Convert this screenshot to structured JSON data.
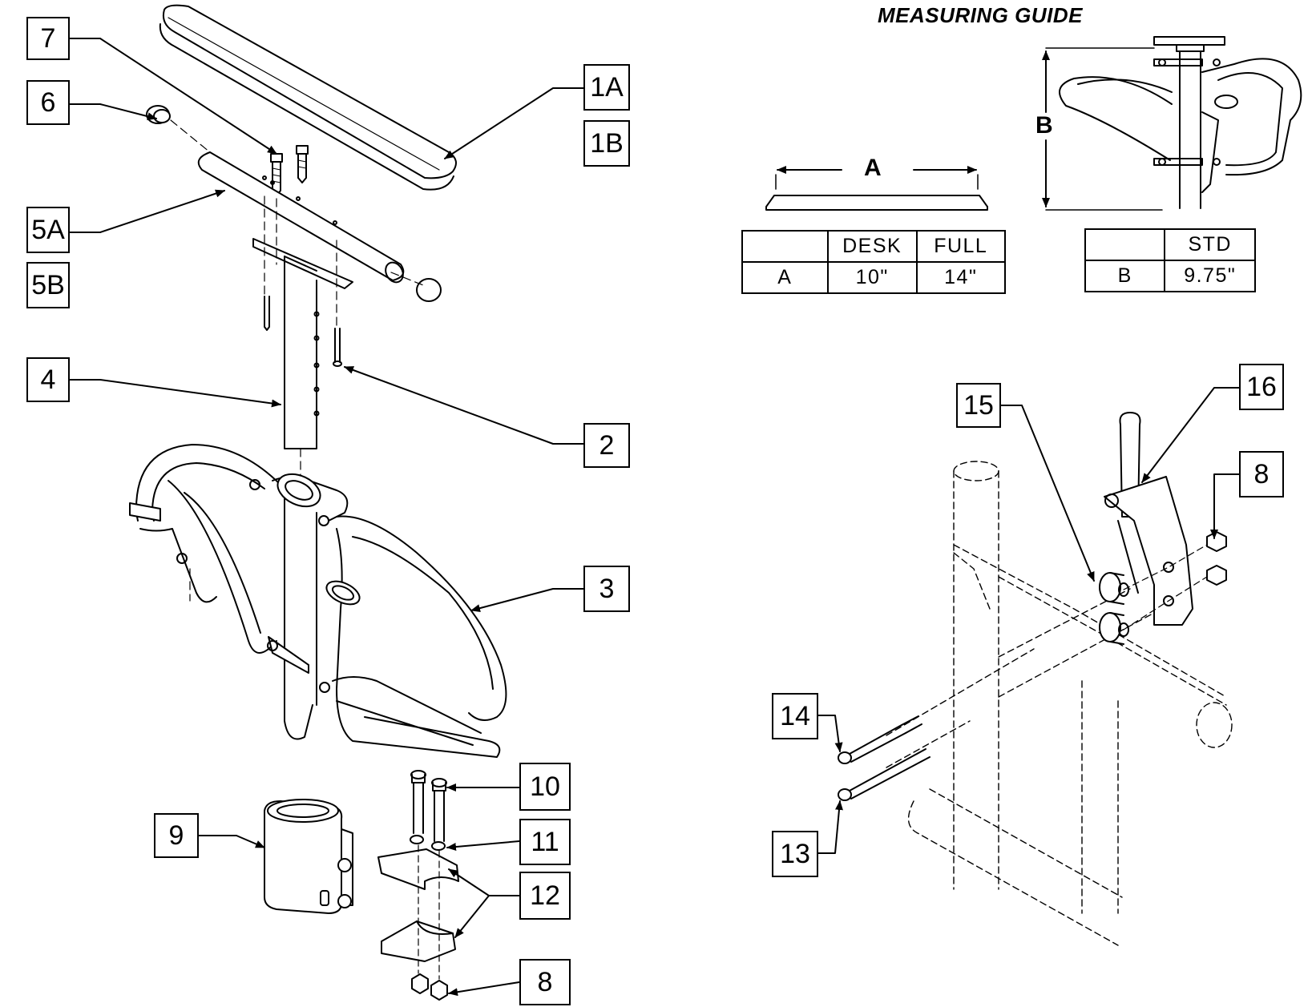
{
  "measuring_guide": {
    "title": "MEASURING GUIDE",
    "dim_a_label": "A",
    "dim_b_label": "B",
    "table_a": {
      "headers": [
        "",
        "DESK",
        "FULL"
      ],
      "rows": [
        [
          "A",
          "10\"",
          "14\""
        ]
      ]
    },
    "table_b": {
      "headers": [
        "",
        "STD"
      ],
      "rows": [
        [
          "B",
          "9.75\""
        ]
      ]
    }
  },
  "callouts": {
    "c7": "7",
    "c6": "6",
    "c1a": "1A",
    "c1b": "1B",
    "c5a": "5A",
    "c5b": "5B",
    "c4": "4",
    "c2": "2",
    "c3": "3",
    "c10": "10",
    "c9": "9",
    "c11": "11",
    "c12": "12",
    "c8_lower": "8",
    "c15": "15",
    "c16": "16",
    "c8_right": "8",
    "c14": "14",
    "c13": "13"
  }
}
